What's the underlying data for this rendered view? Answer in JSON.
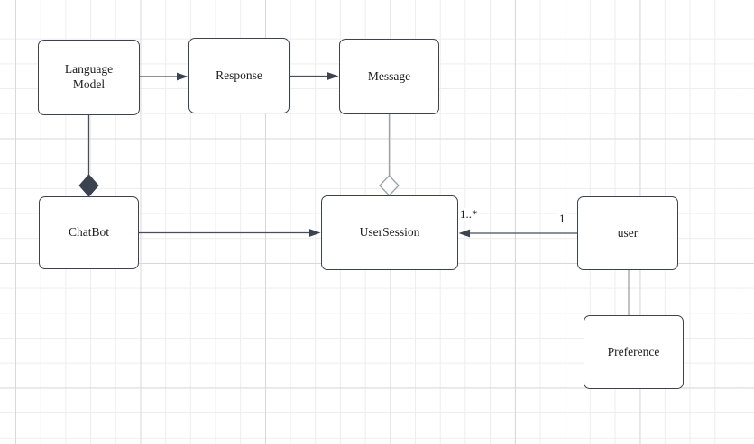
{
  "canvas": {
    "kind": "diagram-grid-canvas",
    "background_color": "#ffffff",
    "grid_minor_color": "#ededed",
    "grid_major_color": "#d9d9d9"
  },
  "colors": {
    "node_border": "#3c4350",
    "node_fill": "#ffffff",
    "edge_stroke": "#464e59",
    "text": "#1c1c1c"
  },
  "diagram": {
    "nodes": [
      {
        "id": "language-model",
        "label": "Language Model"
      },
      {
        "id": "response",
        "label": "Response"
      },
      {
        "id": "message",
        "label": "Message"
      },
      {
        "id": "chatbot",
        "label": "ChatBot"
      },
      {
        "id": "usersession",
        "label": "UserSession"
      },
      {
        "id": "user",
        "label": "user"
      },
      {
        "id": "preference",
        "label": "Preference"
      }
    ],
    "edges": [
      {
        "from": "Language Model",
        "to": "Response",
        "type": "directed-arrow"
      },
      {
        "from": "Response",
        "to": "Message",
        "type": "directed-arrow"
      },
      {
        "from": "Language Model",
        "to": "ChatBot",
        "type": "composition-filled-diamond"
      },
      {
        "from": "Message",
        "to": "UserSession",
        "type": "aggregation-hollow-diamond"
      },
      {
        "from": "ChatBot",
        "to": "UserSession",
        "type": "directed-arrow"
      },
      {
        "from": "user",
        "to": "UserSession",
        "type": "directed-arrow",
        "source_label": "1",
        "target_label": "1..*"
      },
      {
        "from": "user",
        "to": "Preference",
        "type": "plain-line"
      }
    ]
  }
}
